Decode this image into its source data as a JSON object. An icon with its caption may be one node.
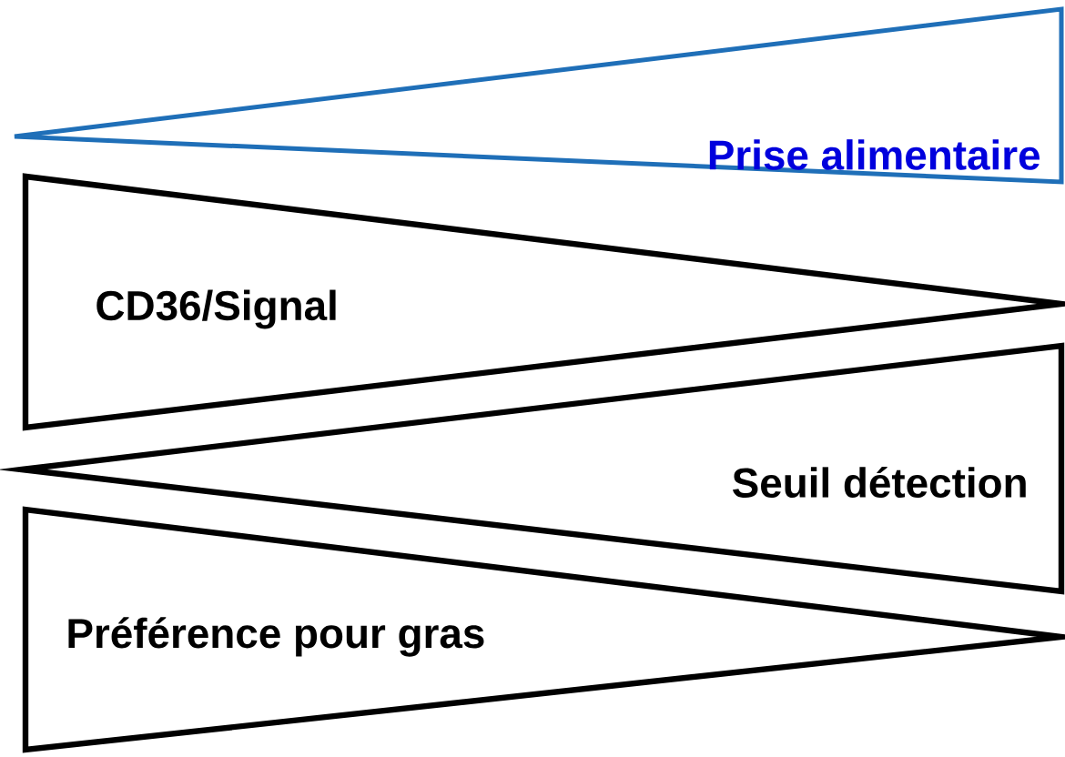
{
  "diagram": {
    "nodes": [
      {
        "text": [
          "Prise alimentaire"
        ]
      },
      {
        "text": [
          "CD36/Signal"
        ]
      },
      {
        "text": [
          "Seuil détection"
        ]
      },
      {
        "text": [
          "Préférence pour gras"
        ]
      }
    ]
  }
}
